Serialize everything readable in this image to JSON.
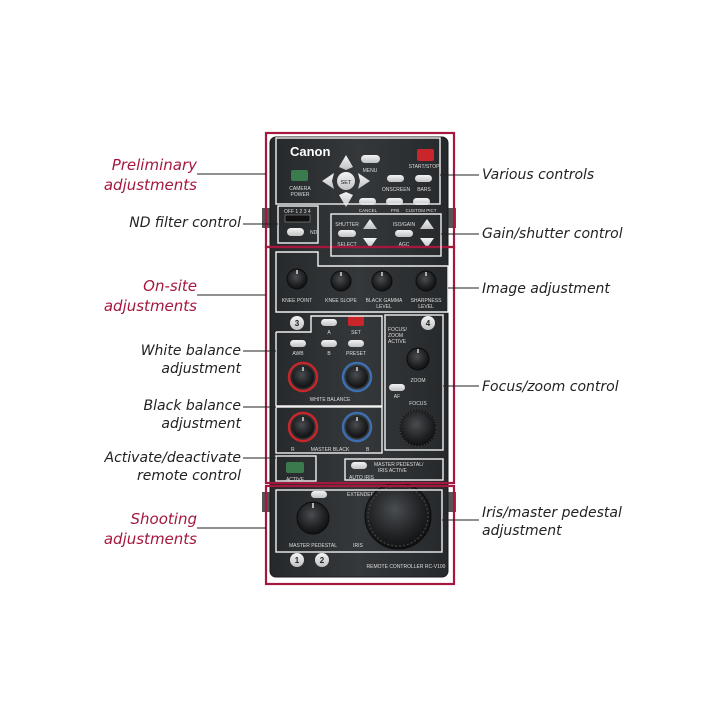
{
  "sections": {
    "preliminary": [
      "Preliminary",
      "adjustments"
    ],
    "onsite": [
      "On-site",
      "adjustments"
    ],
    "shooting": [
      "Shooting",
      "adjustments"
    ]
  },
  "callouts_left": {
    "nd": [
      "ND filter control"
    ],
    "wb": [
      "White balance",
      "adjustment"
    ],
    "bb": [
      "Black balance",
      "adjustment"
    ],
    "remote": [
      "Activate/deactivate",
      "remote control"
    ]
  },
  "callouts_right": {
    "various": "Various controls",
    "gain": "Gain/shutter control",
    "image": "Image adjustment",
    "focus": "Focus/zoom control",
    "iris": [
      "Iris/master pedestal",
      "adjustment"
    ]
  },
  "panel": {
    "brand": "Canon",
    "start_stop": "START/STOP",
    "menu": "MENU",
    "set": "SET",
    "camera_power": [
      "CAMERA",
      "POWER"
    ],
    "onscreen": "ONSCREEN",
    "bars": "BARS",
    "cancel": "CANCEL",
    "ffb": "FFB",
    "custom_pict": "CUSTOM PICT",
    "nd_positions": "OFF 1 2 3 4",
    "nd": "ND",
    "shutter": "SHUTTER",
    "select": "SELECT",
    "iso_gain": "ISO/GAIN",
    "agc": "AGC",
    "knee_point": "KNEE POINT",
    "knee_slope": "KNEE SLOPE",
    "black_gamma": [
      "BLACK GAMMA",
      "LEVEL"
    ],
    "sharpness": [
      "SHARPNESS",
      "LEVEL"
    ],
    "badge3": "3",
    "badge4": "4",
    "badge1": "1",
    "badge2": "2",
    "wb_a": "A",
    "wb_b": "B",
    "set_small": "SET",
    "awb": "AWB",
    "preset": "PRESET",
    "white_balance": "WHITE BALANCE",
    "r": "R",
    "b": "B",
    "master_black": "MASTER BLACK",
    "focus_zoom_active": [
      "FOCUS/",
      "ZOOM",
      "ACTIVE"
    ],
    "zoom": "ZOOM",
    "af": "AF",
    "focus": "FOCUS",
    "active": "ACTIVE",
    "master_ped_iris_active": [
      "MASTER PEDESTAL/",
      "IRIS ACTIVE"
    ],
    "auto_iris": "AUTO IRIS",
    "extender": "EXTENDER",
    "master_pedestal": "MASTER PEDESTAL",
    "iris": "IRIS",
    "model": "REMOTE CONTROLLER RC-V100"
  },
  "colors": {
    "accent": "#a5183e",
    "panel": "#2e3133",
    "green": "#3a7a4c",
    "red": "#c8262a",
    "blue": "#3d6fb0"
  }
}
